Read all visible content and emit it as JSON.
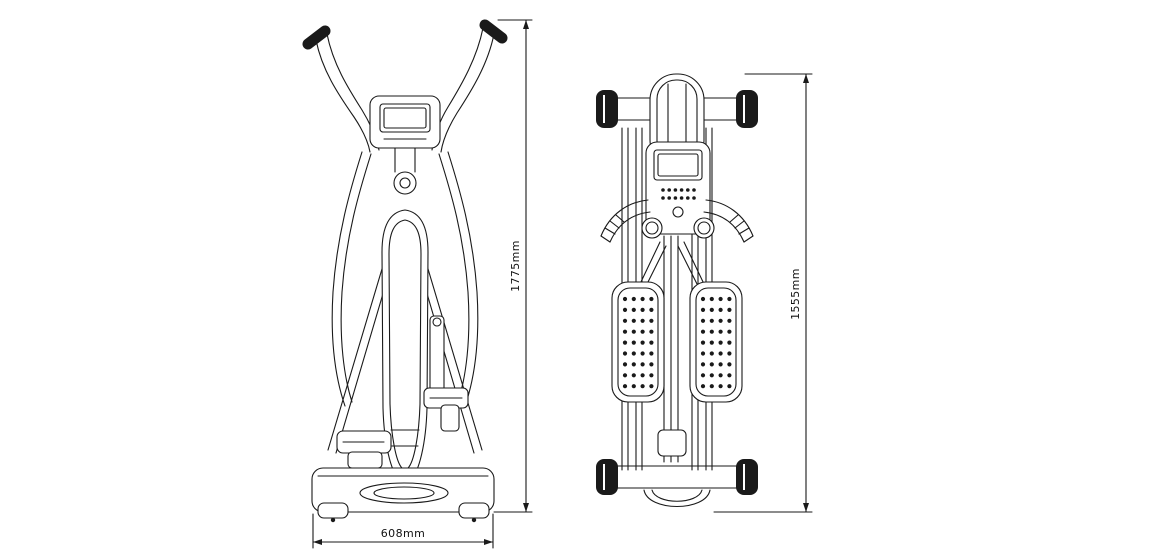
{
  "page": {
    "background": "#ffffff",
    "line_color": "#1a1a1a"
  },
  "diagram": {
    "dimensions": {
      "front_height": "1775mm",
      "front_width": "608mm",
      "side_length": "1555mm"
    }
  }
}
